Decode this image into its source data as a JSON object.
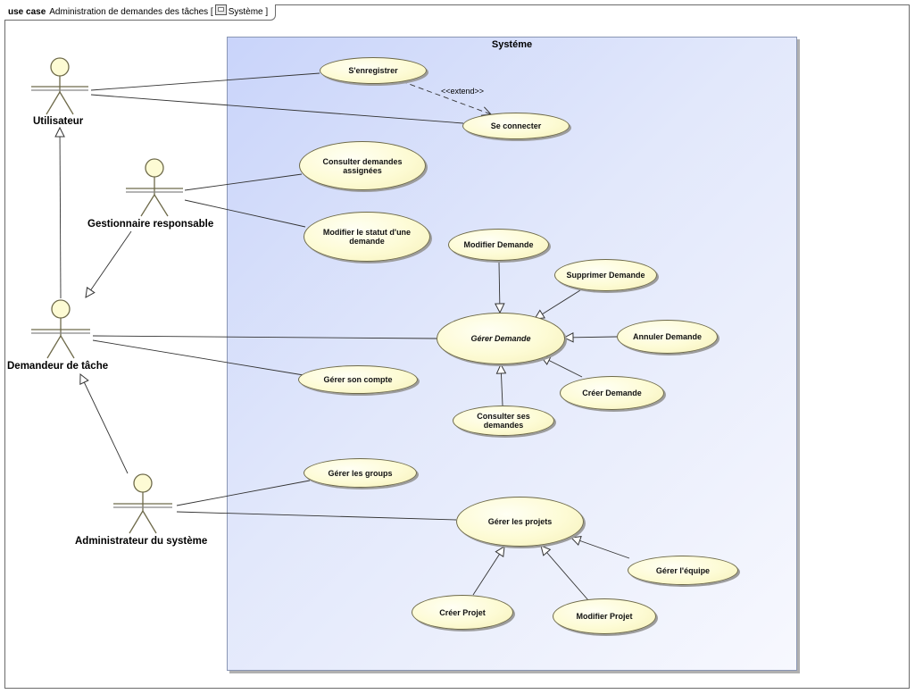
{
  "frame": {
    "kind": "use case",
    "title": "Administration de demandes des tâches [",
    "context": "Système",
    "close": "]"
  },
  "boundary": {
    "title": "Systéme"
  },
  "actors": {
    "utilisateur": "Utilisateur",
    "gestionnaire": "Gestionnaire responsable",
    "demandeur": "Demandeur de tâche",
    "administrateur": "Administrateur du système"
  },
  "use_cases": {
    "senregistrer": "S'enregistrer",
    "se_connecter": "Se connecter",
    "consulter_assignees": "Consulter demandes assignées",
    "modifier_statut": "Modifier le statut d'une demande",
    "modifier_demande": "Modifier Demande",
    "supprimer_demande": "Supprimer Demande",
    "gerer_demande": "Gérer Demande",
    "annuler_demande": "Annuler Demande",
    "creer_demande": "Créer Demande",
    "consulter_ses_demandes": "Consulter ses demandes",
    "gerer_compte": "Gérer son compte",
    "gerer_groups": "Gérer les groups",
    "gerer_projets": "Gérer les projets",
    "gerer_equipe": "Gérer l'équipe",
    "creer_projet": "Créer Projet",
    "modifier_projet": "Modifier Projet"
  },
  "relations": {
    "extend_label": "<<extend>>"
  },
  "colors": {
    "use_case_fill": "#fdfbd4",
    "actor_fill": "#fdfbd4",
    "boundary_fill": "#e2e8fb",
    "line": "#333333"
  }
}
